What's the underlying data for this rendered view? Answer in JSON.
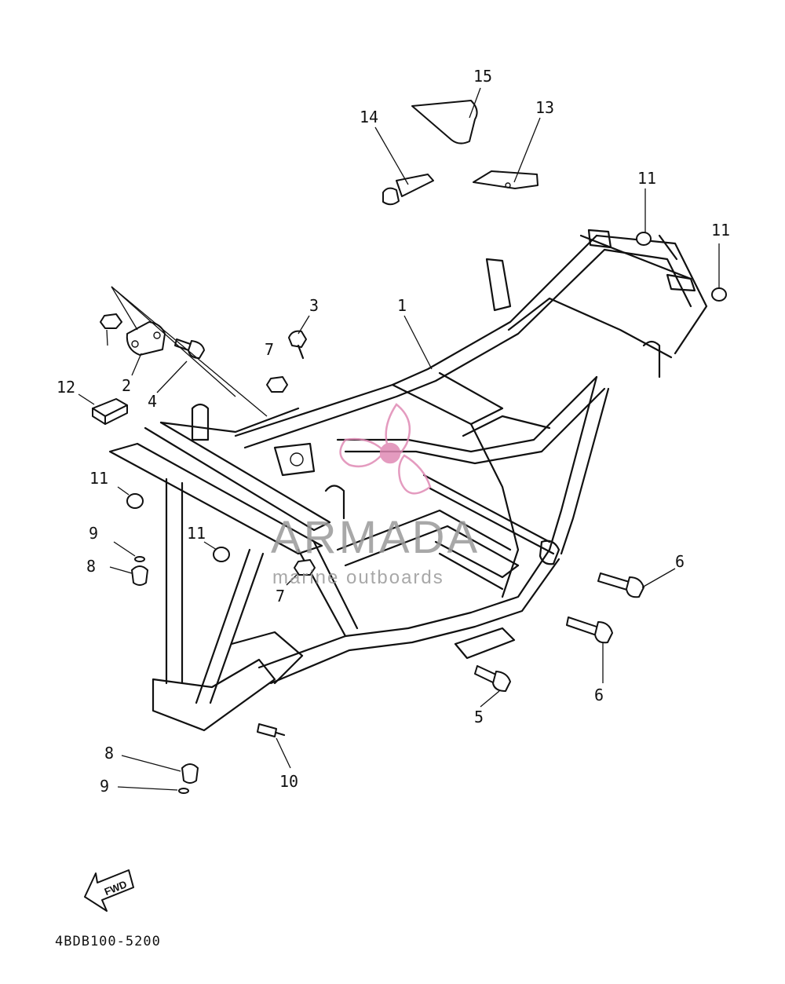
{
  "diagram": {
    "callouts": [
      "15",
      "14",
      "13",
      "11",
      "11",
      "3",
      "1",
      "7",
      "2",
      "4",
      "12",
      "11",
      "9",
      "8",
      "11",
      "7",
      "6",
      "6",
      "5",
      "8",
      "9",
      "10"
    ],
    "drawing_code": "4BDB100-5200",
    "fwd_label": "FWD",
    "watermark": {
      "brand": "ARMADA",
      "tagline": "marine outboards",
      "accent_color": "#e08ab5"
    }
  }
}
